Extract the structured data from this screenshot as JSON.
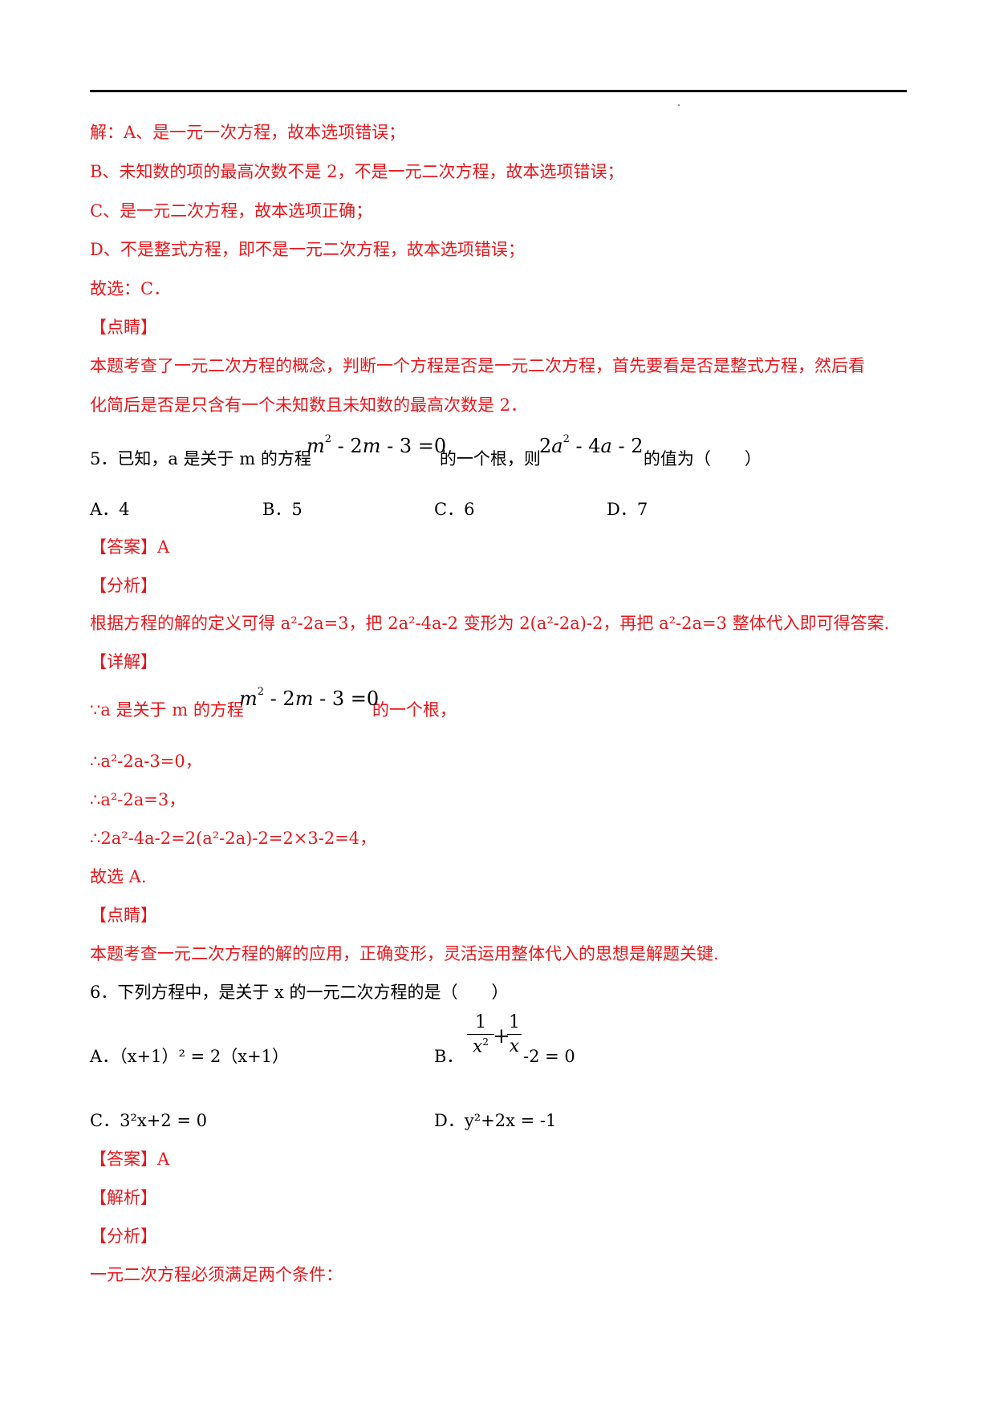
{
  "l1": "解：A、是一元一次方程，故本选项错误；",
  "l2": "B、未知数的项的最高次数不是 2，不是一元二次方程，故本选项错误；",
  "l3": "C、是一元二次方程，故本选项正确；",
  "l4": "D、不是整式方程，即不是一元二次方程，故本选项错误；",
  "l5": "故选：C．",
  "h1": "【点睛】",
  "p1a": "本题考查了一元二次方程的概念，判断一个方程是否是一元二次方程，首先要看是否是整式方程，然后看",
  "p1b": "化简后是否是只含有一个未知数且未知数的最高次数是 2．",
  "q5": {
    "prefix": "5．已知，a 是关于 m 的方程",
    "mid": "的一个根，则",
    "suffix": "的值为（　　）",
    "eq1": "m² - 2m - 3 =0",
    "eq2": "2a² - 4a - 2",
    "opts": [
      "A．4",
      "B．5",
      "C．6",
      "D．7"
    ]
  },
  "ans5": "【答案】A",
  "ana5": "【分析】",
  "ana5_text": "根据方程的解的定义可得 a²-2a=3，把 2a²-4a-2 变形为 2(a²-2a)-2，再把 a²-2a=3 整体代入即可得答案.",
  "det5": "【详解】",
  "det5_a_pre": "∵a 是关于 m 的方程",
  "det5_a_post": "的一个根，",
  "det5_b": "∴a²-2a-3=0，",
  "det5_c": "∴a²-2a=3，",
  "det5_d": "∴2a²-4a-2=2(a²-2a)-2=2×3-2=4，",
  "det5_e": "故选 A.",
  "h2": "【点睛】",
  "p2": "本题考查一元二次方程的解的应用，正确变形，灵活运用整体代入的思想是解题关键.",
  "q6": {
    "stem": "6．下列方程中，是关于 x 的一元二次方程的是（　　）",
    "optA": "A．（x+1）² = 2（x+1）",
    "optB_pre": "B．",
    "optB_post": "-2 = 0",
    "optC": "C．3²x+2 = 0",
    "optD": "D．y²+2x = -1"
  },
  "ans6": "【答案】A",
  "jx6": "【解析】",
  "ana6": "【分析】",
  "ana6_text": "一元二次方程必须满足两个条件："
}
